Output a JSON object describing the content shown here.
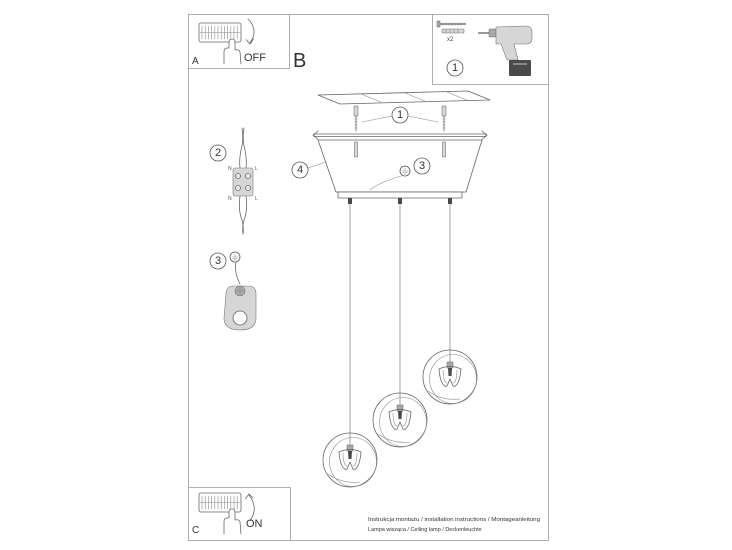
{
  "sheet": {
    "label_a": "A",
    "label_b": "B",
    "label_c": "C"
  },
  "step_a": {
    "switch_text": "OFF"
  },
  "step_c": {
    "switch_text": "ON"
  },
  "tools": {
    "quantity": "x2",
    "callout": "1"
  },
  "callouts": {
    "screws": "1",
    "connector": "2",
    "ground_terminal": "3",
    "ground_canopy": "3",
    "canopy": "4"
  },
  "connector_labels": {
    "top_left": "N",
    "top_right": "L",
    "bottom_left": "N",
    "bottom_right": "L"
  },
  "footer": {
    "line1": "Instrukcja montażu / installation instructions / Montageanleitung",
    "line2": "Lampa wisząca / Ceiling lamp / Deckenleuchte"
  },
  "icons": {
    "switch": "wall-switch-icon",
    "hand": "hand-pointer-icon",
    "drill": "cordless-drill-icon",
    "anchor": "screw-anchor-icon",
    "ground": "ground-symbol-icon",
    "connector": "terminal-block-icon"
  },
  "colors": {
    "line": "#666666",
    "frame": "#9a9a9a",
    "background": "#ffffff"
  }
}
